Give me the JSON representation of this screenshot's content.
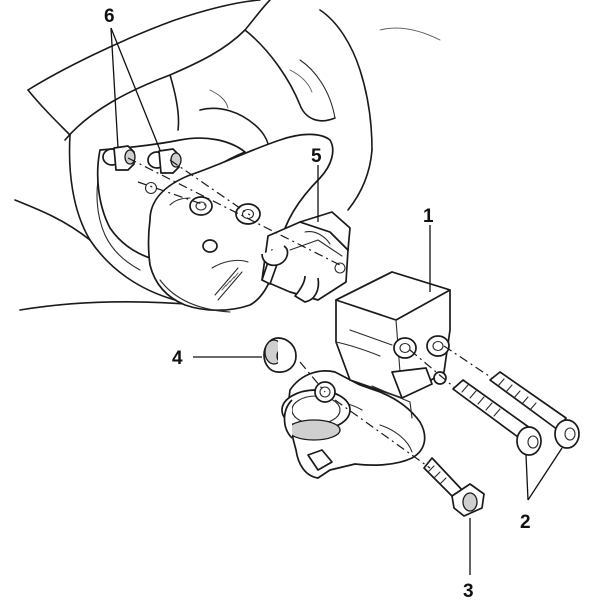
{
  "callouts": {
    "c1": "1",
    "c2": "2",
    "c3": "3",
    "c4": "4",
    "c5": "5",
    "c6": "6"
  },
  "colors": {
    "ink": "#1a1a1a",
    "paper": "#ffffff"
  }
}
